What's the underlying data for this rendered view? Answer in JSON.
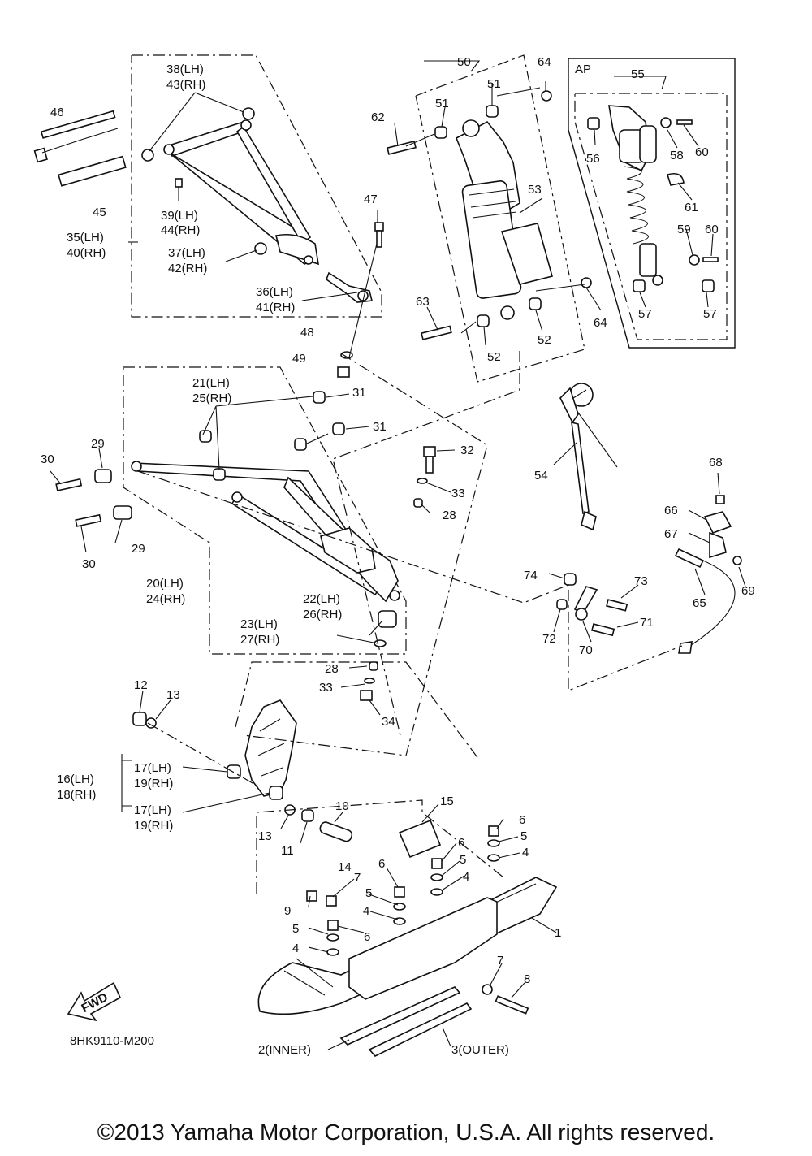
{
  "diagram_code": "8HK9110-M200",
  "ap_label": "AP",
  "fwd_label": "FWD",
  "copyright": "©2013 Yamaha Motor Corporation, U.S.A. All rights reserved.",
  "callouts": [
    {
      "id": "p38",
      "text": "38(LH)"
    },
    {
      "id": "p43",
      "text": "43(RH)"
    },
    {
      "id": "p46",
      "text": "46"
    },
    {
      "id": "p45",
      "text": "45"
    },
    {
      "id": "p39",
      "text": "39(LH)"
    },
    {
      "id": "p44",
      "text": "44(RH)"
    },
    {
      "id": "p35",
      "text": "35(LH)"
    },
    {
      "id": "p40",
      "text": "40(RH)"
    },
    {
      "id": "p37",
      "text": "37(LH)"
    },
    {
      "id": "p42",
      "text": "42(RH)"
    },
    {
      "id": "p36",
      "text": "36(LH)"
    },
    {
      "id": "p41",
      "text": "41(RH)"
    },
    {
      "id": "p47",
      "text": "47"
    },
    {
      "id": "p48",
      "text": "48"
    },
    {
      "id": "p49",
      "text": "49"
    },
    {
      "id": "p50",
      "text": "50"
    },
    {
      "id": "p51a",
      "text": "51"
    },
    {
      "id": "p51b",
      "text": "51"
    },
    {
      "id": "p64a",
      "text": "64"
    },
    {
      "id": "p62",
      "text": "62"
    },
    {
      "id": "p53",
      "text": "53"
    },
    {
      "id": "p63",
      "text": "63"
    },
    {
      "id": "p52a",
      "text": "52"
    },
    {
      "id": "p52b",
      "text": "52"
    },
    {
      "id": "p64b",
      "text": "64"
    },
    {
      "id": "p55",
      "text": "55"
    },
    {
      "id": "p56",
      "text": "56"
    },
    {
      "id": "p58",
      "text": "58"
    },
    {
      "id": "p60a",
      "text": "60"
    },
    {
      "id": "p61",
      "text": "61"
    },
    {
      "id": "p59",
      "text": "59"
    },
    {
      "id": "p60b",
      "text": "60"
    },
    {
      "id": "p57a",
      "text": "57"
    },
    {
      "id": "p57b",
      "text": "57"
    },
    {
      "id": "p21",
      "text": "21(LH)"
    },
    {
      "id": "p25",
      "text": "25(RH)"
    },
    {
      "id": "p31a",
      "text": "31"
    },
    {
      "id": "p31b",
      "text": "31"
    },
    {
      "id": "p29a",
      "text": "29"
    },
    {
      "id": "p30a",
      "text": "30"
    },
    {
      "id": "p29b",
      "text": "29"
    },
    {
      "id": "p30b",
      "text": "30"
    },
    {
      "id": "p32",
      "text": "32"
    },
    {
      "id": "p33a",
      "text": "33"
    },
    {
      "id": "p28a",
      "text": "28"
    },
    {
      "id": "p20",
      "text": "20(LH)"
    },
    {
      "id": "p24",
      "text": "24(RH)"
    },
    {
      "id": "p22",
      "text": "22(LH)"
    },
    {
      "id": "p26",
      "text": "26(RH)"
    },
    {
      "id": "p23",
      "text": "23(LH)"
    },
    {
      "id": "p27",
      "text": "27(RH)"
    },
    {
      "id": "p28b",
      "text": "28"
    },
    {
      "id": "p33b",
      "text": "33"
    },
    {
      "id": "p34",
      "text": "34"
    },
    {
      "id": "p54",
      "text": "54"
    },
    {
      "id": "p68",
      "text": "68"
    },
    {
      "id": "p66",
      "text": "66"
    },
    {
      "id": "p67",
      "text": "67"
    },
    {
      "id": "p69",
      "text": "69"
    },
    {
      "id": "p65",
      "text": "65"
    },
    {
      "id": "p74",
      "text": "74"
    },
    {
      "id": "p73",
      "text": "73"
    },
    {
      "id": "p72",
      "text": "72"
    },
    {
      "id": "p71",
      "text": "71"
    },
    {
      "id": "p70",
      "text": "70"
    },
    {
      "id": "p12",
      "text": "12"
    },
    {
      "id": "p13a",
      "text": "13"
    },
    {
      "id": "p16",
      "text": "16(LH)"
    },
    {
      "id": "p18",
      "text": "18(RH)"
    },
    {
      "id": "p17a",
      "text": "17(LH)"
    },
    {
      "id": "p19a",
      "text": "19(RH)"
    },
    {
      "id": "p17b",
      "text": "17(LH)"
    },
    {
      "id": "p19b",
      "text": "19(RH)"
    },
    {
      "id": "p13b",
      "text": "13"
    },
    {
      "id": "p11",
      "text": "11"
    },
    {
      "id": "p10",
      "text": "10"
    },
    {
      "id": "p15",
      "text": "15"
    },
    {
      "id": "p6a",
      "text": "6"
    },
    {
      "id": "p5a",
      "text": "5"
    },
    {
      "id": "p4a",
      "text": "4"
    },
    {
      "id": "p6b",
      "text": "6"
    },
    {
      "id": "p5b",
      "text": "5"
    },
    {
      "id": "p4b",
      "text": "4"
    },
    {
      "id": "p14",
      "text": "14"
    },
    {
      "id": "p7a",
      "text": "7"
    },
    {
      "id": "p9",
      "text": "9"
    },
    {
      "id": "p6c",
      "text": "6"
    },
    {
      "id": "p5c",
      "text": "5"
    },
    {
      "id": "p4c",
      "text": "4"
    },
    {
      "id": "p5d",
      "text": "5"
    },
    {
      "id": "p6d",
      "text": "6"
    },
    {
      "id": "p4d",
      "text": "4"
    },
    {
      "id": "p1",
      "text": "1"
    },
    {
      "id": "p7b",
      "text": "7"
    },
    {
      "id": "p8",
      "text": "8"
    },
    {
      "id": "p2",
      "text": "2(INNER)"
    },
    {
      "id": "p3",
      "text": "3(OUTER)"
    }
  ]
}
